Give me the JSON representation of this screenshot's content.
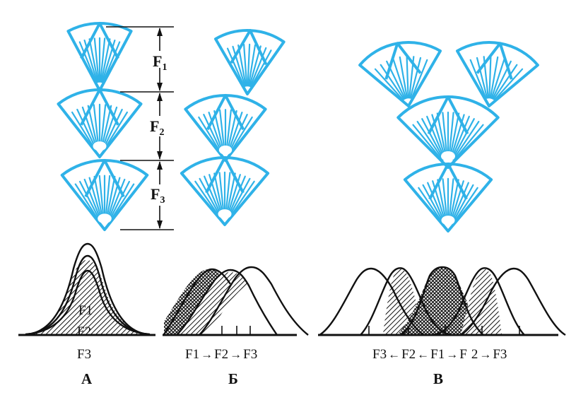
{
  "figure": {
    "dimension_labels": [
      {
        "main": "F",
        "sub": "1"
      },
      {
        "main": "F",
        "sub": "2"
      },
      {
        "main": "F",
        "sub": "3"
      }
    ],
    "panel_a": {
      "curve_labels": [
        "F1",
        "F2",
        "F3"
      ],
      "panel_label": "А"
    },
    "panel_b": {
      "formula": [
        {
          "text": "F1"
        },
        {
          "glyph": "→"
        },
        {
          "text": "F2"
        },
        {
          "glyph": "→"
        },
        {
          "text": "F3"
        }
      ],
      "panel_label": "Б"
    },
    "panel_c": {
      "formula": [
        {
          "text": "F3"
        },
        {
          "glyph": "←"
        },
        {
          "text": "F2"
        },
        {
          "glyph": "←"
        },
        {
          "text": "F1"
        },
        {
          "glyph": "→"
        },
        {
          "text": "F"
        },
        {
          "text": "2"
        },
        {
          "glyph": "→"
        },
        {
          "text": "F3"
        }
      ],
      "panel_label": "В"
    },
    "colors": {
      "fan_stroke": "#2fb2e8",
      "ink": "#111111",
      "background": "#ffffff"
    },
    "icons": [
      "fan-sector-icon",
      "dimension-arrow-icon",
      "hatched-overlap-icon"
    ]
  }
}
